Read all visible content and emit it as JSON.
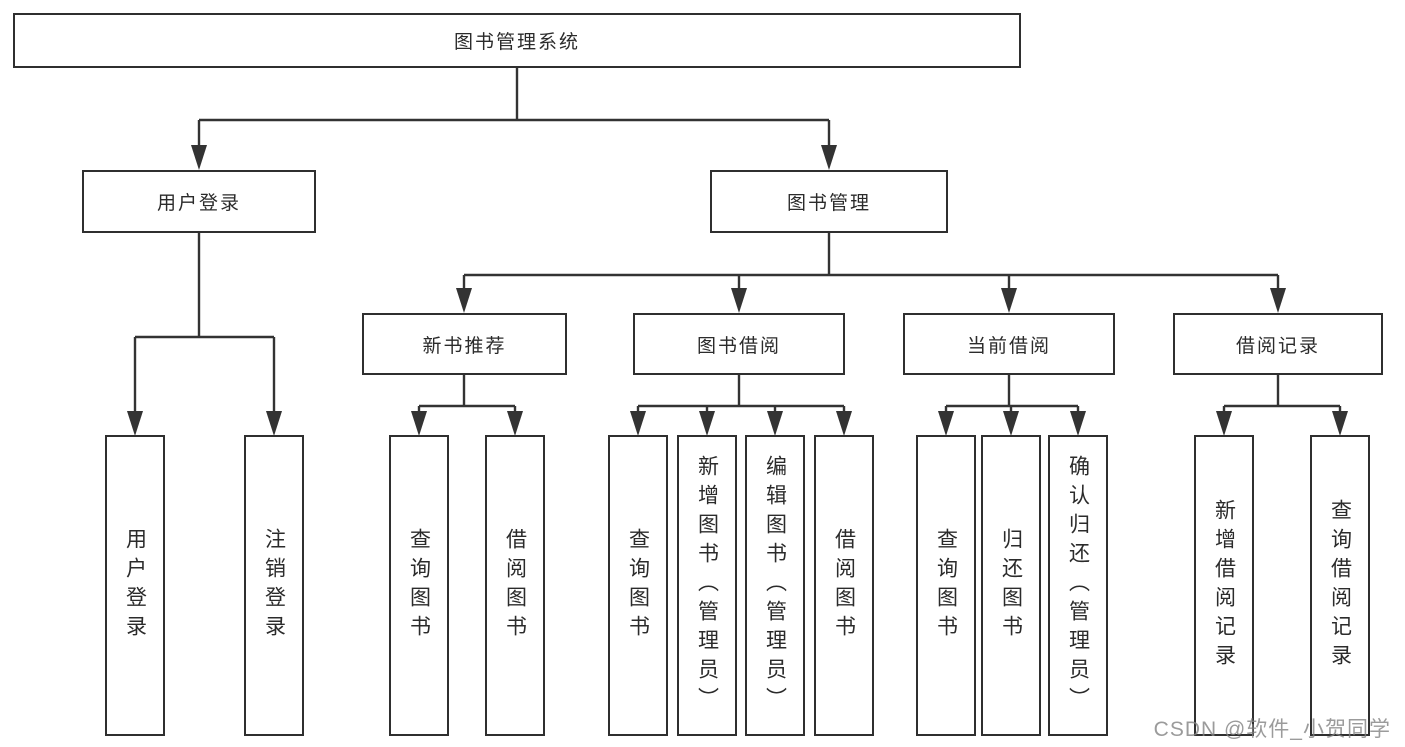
{
  "tree": {
    "root": {
      "label": "图书管理系统",
      "children": [
        {
          "label": "用户登录",
          "children": [
            {
              "label": "用户登录"
            },
            {
              "label": "注销登录"
            }
          ]
        },
        {
          "label": "图书管理",
          "children": [
            {
              "label": "新书推荐",
              "children": [
                {
                  "label": "查询图书"
                },
                {
                  "label": "借阅图书"
                }
              ]
            },
            {
              "label": "图书借阅",
              "children": [
                {
                  "label": "查询图书"
                },
                {
                  "label": "新增图书（管理员）"
                },
                {
                  "label": "编辑图书（管理员）"
                },
                {
                  "label": "借阅图书"
                }
              ]
            },
            {
              "label": "当前借阅",
              "children": [
                {
                  "label": "查询图书"
                },
                {
                  "label": "归还图书"
                },
                {
                  "label": "确认归还（管理员）"
                }
              ]
            },
            {
              "label": "借阅记录",
              "children": [
                {
                  "label": "新增借阅记录"
                },
                {
                  "label": "查询借阅记录"
                }
              ]
            }
          ]
        }
      ]
    }
  },
  "watermark": "CSDN @软件_小贺同学",
  "colors": {
    "line": "#333333",
    "text": "#2b2b2b",
    "background": "#ffffff",
    "watermark": "#828282"
  }
}
